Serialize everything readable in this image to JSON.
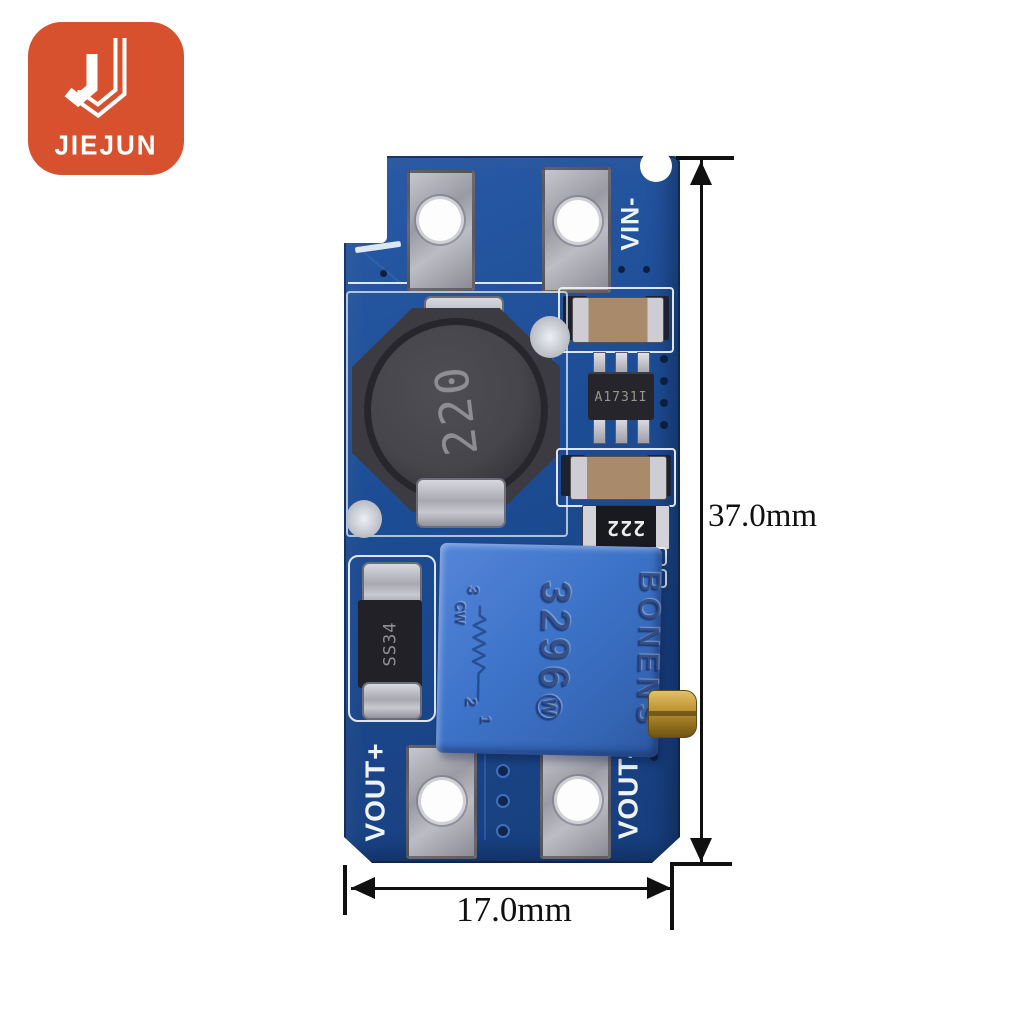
{
  "logo": {
    "brand": "JIEJUN",
    "background": "#d7512e",
    "monogram": "double-j-monogram"
  },
  "pcb": {
    "silkscreen": {
      "vin_minus": "VIN-",
      "vout_plus": "VOUT+",
      "vout_minus": "VOUT-"
    },
    "components": {
      "inductor_marking": "220",
      "ic_marking": "A1731I",
      "resistor_marking": "222",
      "diode_marking": "SS34",
      "pot_brand": "BONENS",
      "pot_model": "3296",
      "pot_symbol": "Ⓦ",
      "pot_pin3": "3",
      "pot_cw": "CW",
      "pot_pin2": "2",
      "pot_pin1": "1"
    },
    "colors": {
      "board_blue": "#1d4e96",
      "pot_blue": "#3d74c9",
      "silkscreen_white": "#eef3fa",
      "pad_silver": "#a8a8b2",
      "screw_gold": "#c49a3a"
    }
  },
  "dimensions": {
    "height_label": "37.0mm",
    "width_label": "17.0mm",
    "line_color": "#101010"
  }
}
